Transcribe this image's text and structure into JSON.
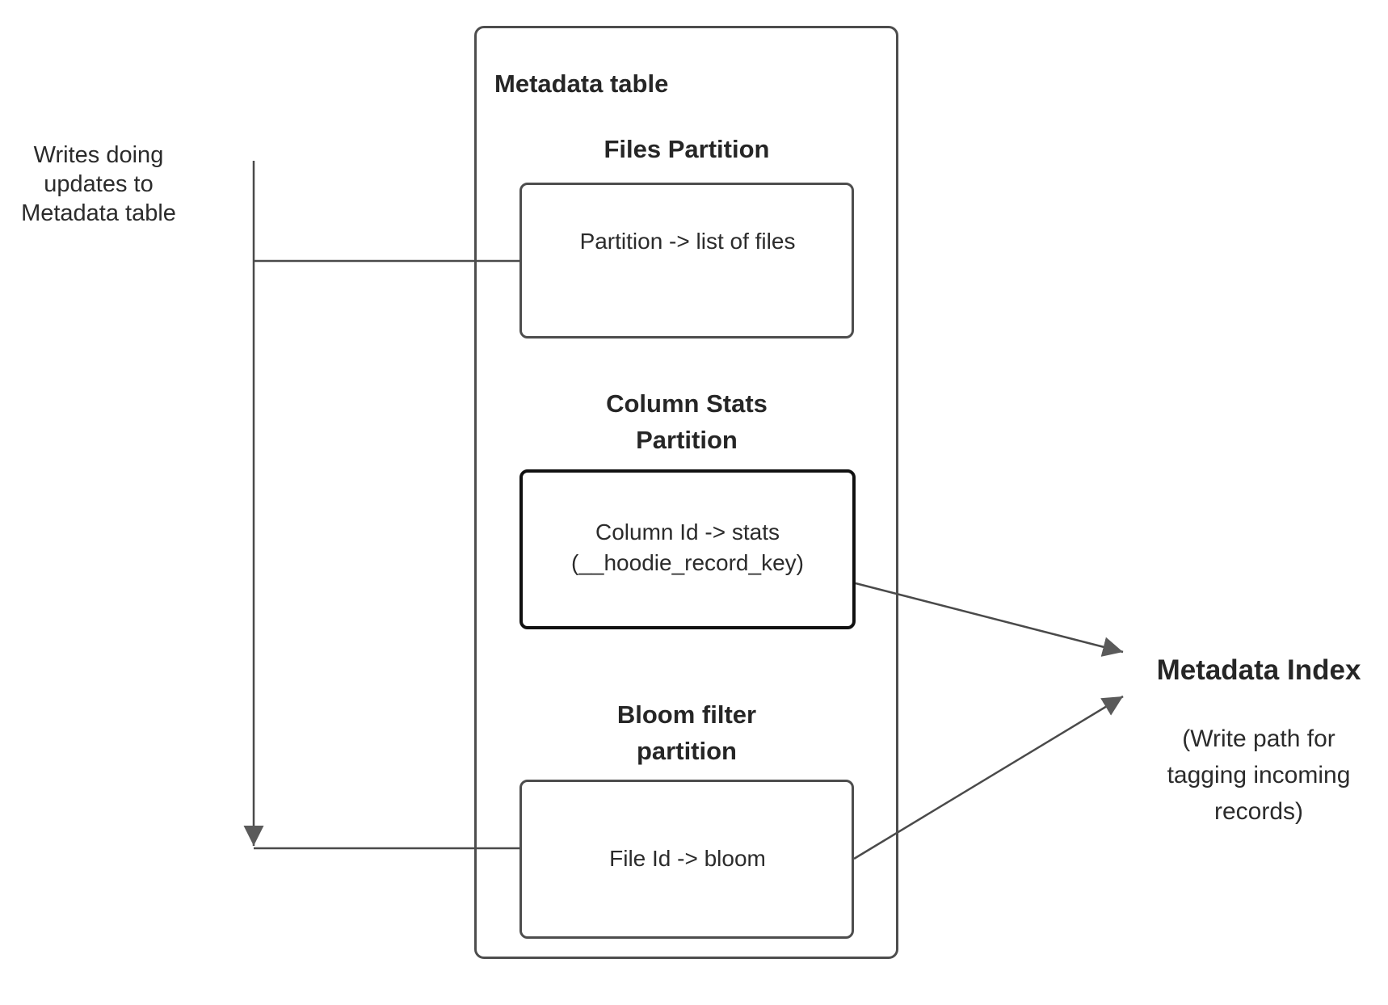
{
  "colors": {
    "background": "#ffffff",
    "box_border": "#4d4d4d",
    "emphasis_box_border": "#111111",
    "connector": "#4a4a4a",
    "arrowhead": "#5a5a5a",
    "text": "#262626"
  },
  "left_note": {
    "line1": "Writes doing",
    "line2": "updates to",
    "line3": "Metadata table"
  },
  "metadata_table": {
    "title": "Metadata table",
    "files_partition": {
      "heading": "Files Partition",
      "body": "Partition -> list of files"
    },
    "column_stats_partition": {
      "heading_line1": "Column Stats",
      "heading_line2": "Partition",
      "body_line1": "Column Id  -> stats",
      "body_line2": "(__hoodie_record_key)"
    },
    "bloom_filter_partition": {
      "heading_line1": "Bloom filter",
      "heading_line2": "partition",
      "body": "File Id -> bloom"
    }
  },
  "metadata_index": {
    "title": "Metadata Index",
    "subtitle_line1": "(Write path for",
    "subtitle_line2": "tagging incoming",
    "subtitle_line3": "records)"
  }
}
